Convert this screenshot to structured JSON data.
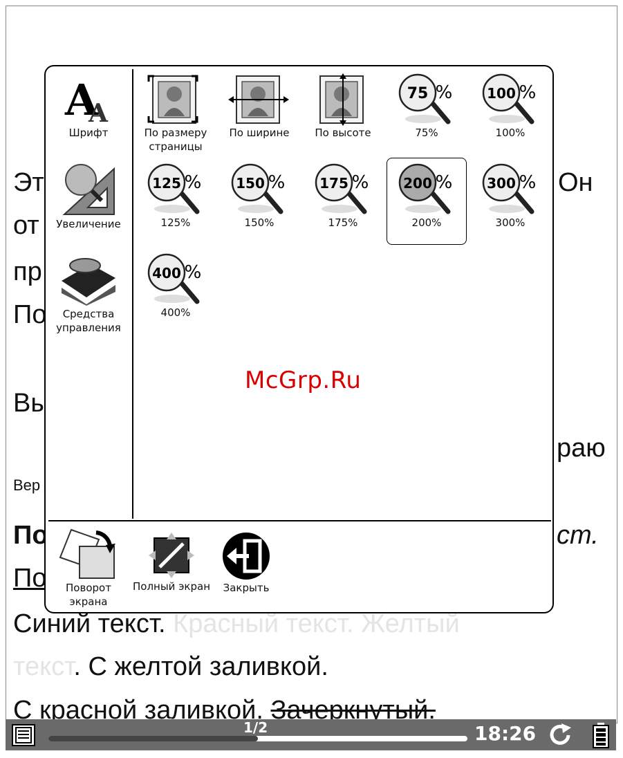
{
  "background_text": {
    "line1_left": "Эт",
    "line1_right": "Он",
    "line2_left": "от",
    "line3_left": "пр",
    "line4_left": "По",
    "line5_left": "Вы",
    "line5_right": "раю",
    "line6_left": "Вер",
    "line7_left": "По",
    "line7_right": "ст.",
    "line8_left": "По",
    "line9_a": "Синий текст.",
    "line9_b": "Красный текст.",
    "line9_c": "Желтый",
    "line10_a": "текст",
    "line10_b": ". С желтой заливкой.",
    "line11_a": "С красной заливкой.",
    "line11_b": "Зачеркнутый."
  },
  "sidebar": [
    {
      "label": "Шрифт",
      "icon": "font-icon"
    },
    {
      "label": "Увеличение",
      "icon": "zoom-tools-icon"
    },
    {
      "label": "Средства управления",
      "icon": "controls-icon"
    }
  ],
  "zoom_options": [
    {
      "label": "По размеру страницы",
      "icon": "fit-page-icon"
    },
    {
      "label": "По ширине",
      "icon": "fit-width-icon"
    },
    {
      "label": "По высоте",
      "icon": "fit-height-icon"
    },
    {
      "label": "75%",
      "badge": "75",
      "icon": "zoom-75-icon"
    },
    {
      "label": "100%",
      "badge": "100",
      "icon": "zoom-100-icon"
    },
    {
      "label": "125%",
      "badge": "125",
      "icon": "zoom-125-icon"
    },
    {
      "label": "150%",
      "badge": "150",
      "icon": "zoom-150-icon"
    },
    {
      "label": "175%",
      "badge": "175",
      "icon": "zoom-175-icon"
    },
    {
      "label": "200%",
      "badge": "200",
      "icon": "zoom-200-icon",
      "selected": true
    },
    {
      "label": "300%",
      "badge": "300",
      "icon": "zoom-300-icon"
    },
    {
      "label": "400%",
      "badge": "400",
      "icon": "zoom-400-icon"
    }
  ],
  "bottom_actions": [
    {
      "label": "Поворот экрана",
      "icon": "rotate-screen-icon"
    },
    {
      "label": "Полный экран",
      "icon": "fullscreen-icon"
    },
    {
      "label": "Закрыть",
      "icon": "close-icon"
    }
  ],
  "watermark": "McGrp.Ru",
  "status_bar": {
    "page": "1/2",
    "progress": 0.5,
    "time": "18:26",
    "icons": [
      "menu-icon",
      "refresh-icon",
      "battery-icon"
    ]
  }
}
